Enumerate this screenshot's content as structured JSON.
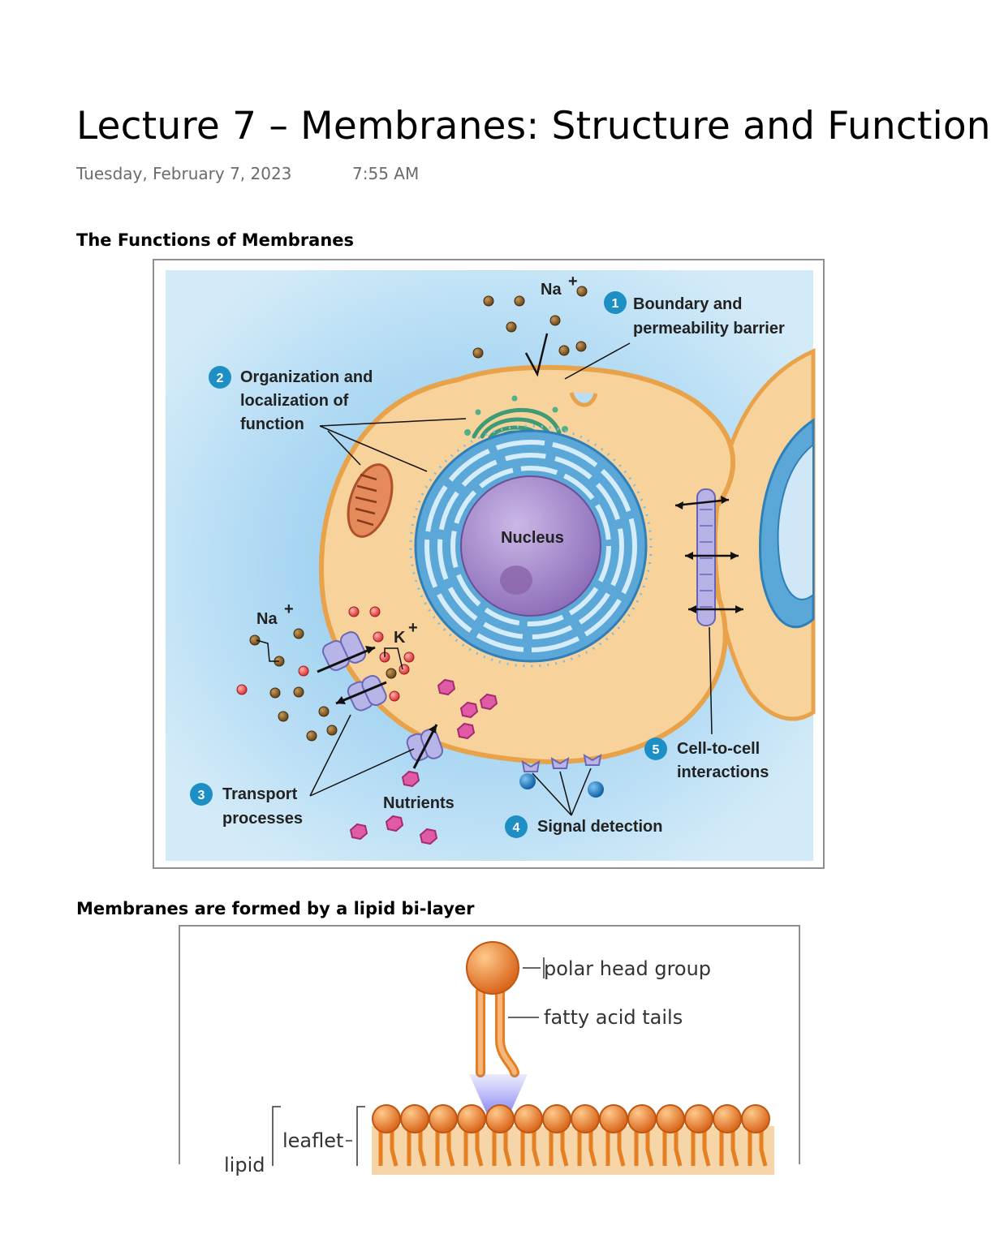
{
  "page": {
    "title": "Lecture 7 – Membranes: Structure and Function",
    "date": "Tuesday, February 7, 2023",
    "time": "7:55 AM"
  },
  "sections": [
    {
      "heading": "The Functions of Membranes"
    },
    {
      "heading": "Membranes are formed by a lipid bi-layer"
    }
  ],
  "figure1": {
    "labels": {
      "na_top": "Na",
      "plus": "+",
      "n1": "1",
      "boundary_line1": "Boundary and",
      "boundary_line2": "permeability barrier",
      "n2": "2",
      "org_line1": "Organization and",
      "org_line2": "localization of",
      "org_line3": "function",
      "nucleus": "Nucleus",
      "na_left": "Na",
      "k": "K",
      "n3": "3",
      "transport_line1": "Transport",
      "transport_line2": "processes",
      "nutrients": "Nutrients",
      "n4": "4",
      "signal": "Signal detection",
      "n5": "5",
      "cell_line1": "Cell-to-cell",
      "cell_line2": "interactions"
    },
    "colors": {
      "background": "#d3ebf8",
      "cytoplasm": "#f7d29a",
      "membrane": "#e8a24a",
      "er": "#5aa7d8",
      "nucleus": "#a287c6",
      "golgi": "#4fb08a",
      "badge": "#1d8fc4",
      "nutrient": "#e05aa6"
    }
  },
  "figure2": {
    "labels": {
      "head": "polar head group",
      "tails": "fatty acid tails",
      "leaflet": "leaflet",
      "lipid": "lipid"
    },
    "colors": {
      "head": "#e57f22",
      "tail": "#f1a35c",
      "highlight": "#7b7bf0"
    }
  }
}
